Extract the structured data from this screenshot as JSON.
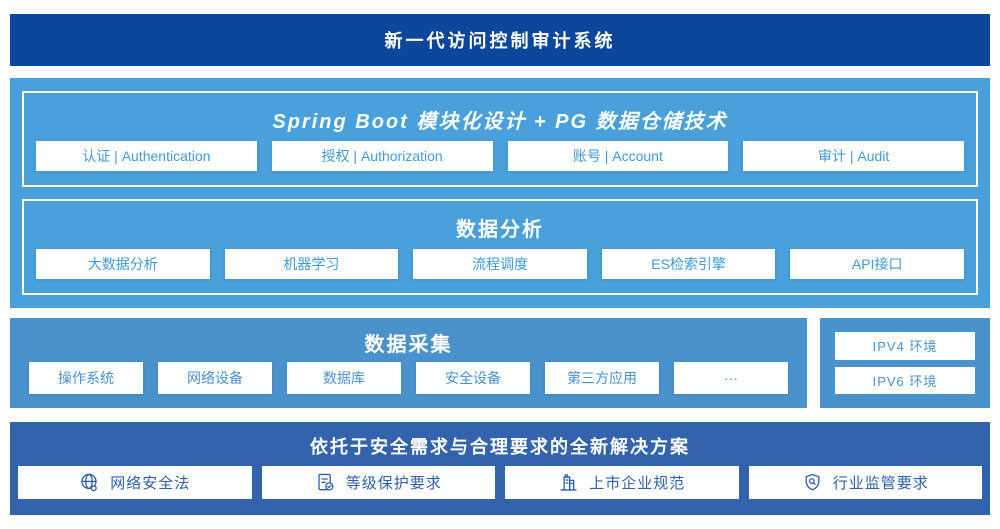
{
  "colors": {
    "banner_blue": "#0D479B",
    "light_blue": "#49A0DA",
    "mid_blue": "#4A92CC",
    "deep_blue": "#3263AC",
    "box_text_light_blue": "#3E9BD7",
    "box_text_deep_blue": "#2E5FA8",
    "box_bg": "#FFFFFF"
  },
  "banner": {
    "title": "新一代访问控制审计系统"
  },
  "architecture": {
    "spring_boot": {
      "title": "Spring Boot 模块化设计 + PG 数据仓储技术",
      "modules": [
        "认证 | Authentication",
        "授权 | Authorization",
        "账号 | Account",
        "审计 | Audit"
      ]
    },
    "data_analysis": {
      "title": "数据分析",
      "modules": [
        "大数据分析",
        "机器学习",
        "流程调度",
        "ES检索引擎",
        "API接口"
      ]
    }
  },
  "data_collection": {
    "title": "数据采集",
    "sources": [
      "操作系统",
      "网络设备",
      "数据库",
      "安全设备",
      "第三方应用",
      "···"
    ]
  },
  "environments": {
    "items": [
      "IPV4 环境",
      "IPV6 环境"
    ]
  },
  "solution": {
    "title": "依托于安全需求与合理要求的全新解决方案",
    "items": [
      {
        "icon": "globe-law-icon",
        "label": "网络安全法"
      },
      {
        "icon": "document-check-icon",
        "label": "等级保护要求"
      },
      {
        "icon": "building-icon",
        "label": "上市企业规范"
      },
      {
        "icon": "shield-search-icon",
        "label": "行业监管要求"
      }
    ]
  }
}
